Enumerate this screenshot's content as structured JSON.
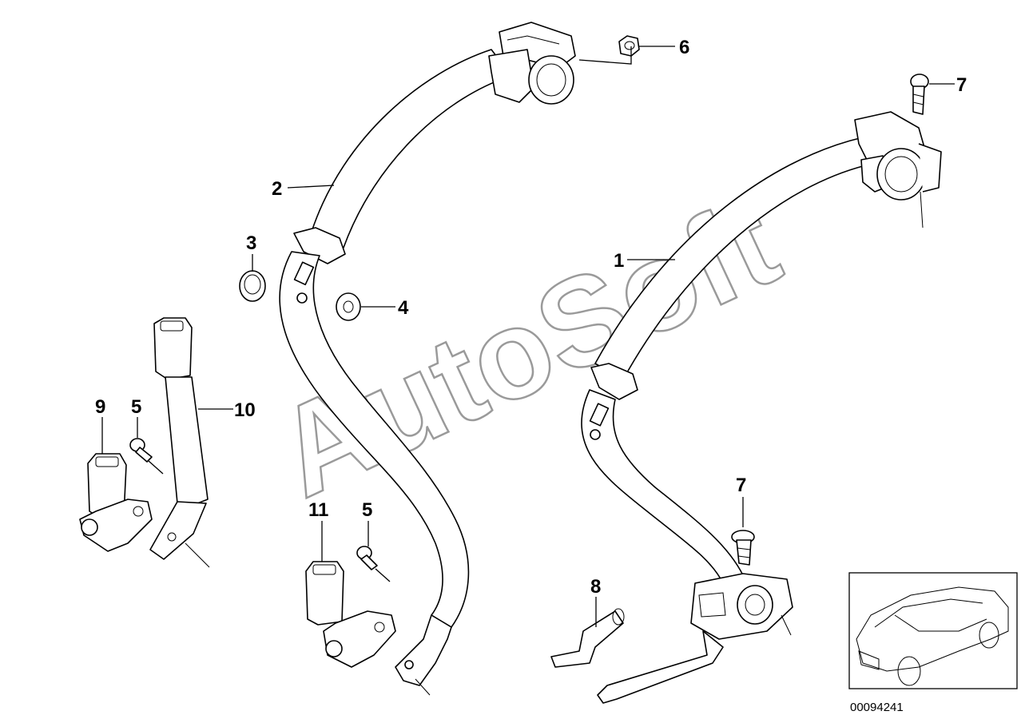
{
  "diagram": {
    "watermark": "AutoSoft",
    "reference_number": "00094241",
    "callouts": [
      "1",
      "2",
      "3",
      "4",
      "5",
      "5",
      "6",
      "7",
      "7",
      "8",
      "9",
      "10",
      "11"
    ]
  }
}
